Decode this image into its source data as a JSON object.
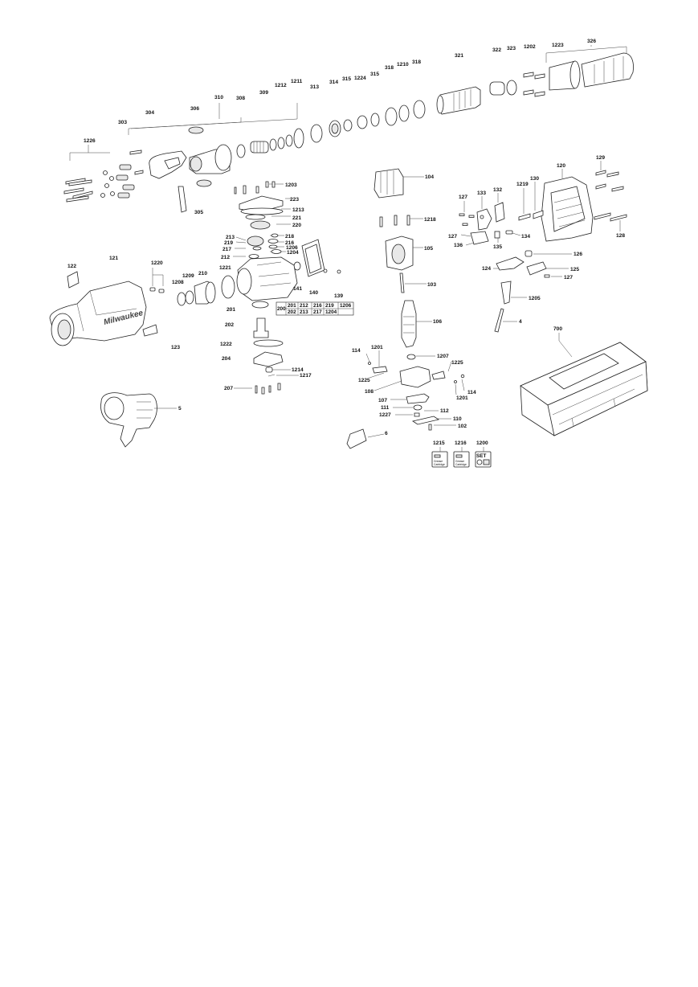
{
  "labels": {
    "l310": "310",
    "l308": "308",
    "l309": "309",
    "l1212": "1212",
    "l1211": "1211",
    "l313": "313",
    "l314": "314",
    "l315a": "315",
    "l1224": "1224",
    "l315b": "315",
    "l318a": "318",
    "l1210": "1210",
    "l318b": "318",
    "l321": "321",
    "l322": "322",
    "l323": "323",
    "l1202": "1202",
    "l1223": "1223",
    "l326": "326",
    "l306": "306",
    "l304": "304",
    "l303": "303",
    "l1226": "1226",
    "l305": "305",
    "l1203": "1203",
    "l223": "223",
    "l1213": "1213",
    "l221": "221",
    "l220": "220",
    "l213": "213",
    "l218": "218",
    "l219": "219",
    "l216": "216",
    "l217": "217",
    "l1206": "1206",
    "l1204": "1204",
    "l212": "212",
    "l141": "141",
    "l140": "140",
    "l139": "139",
    "l122": "122",
    "l121": "121",
    "l1220": "1220",
    "l1209": "1209",
    "l1208": "1208",
    "l210": "210",
    "l1221": "1221",
    "l201": "201",
    "l123": "123",
    "l202": "202",
    "l1222": "1222",
    "l204": "204",
    "l1214": "1214",
    "l1217": "1217",
    "l207": "207",
    "l5": "5",
    "l104": "104",
    "l1218": "1218",
    "l105": "105",
    "l103": "103",
    "l106": "106",
    "l114a": "114",
    "l1201a": "1201",
    "l1207": "1207",
    "l1225a": "1225",
    "l1225b": "1225",
    "l108": "108",
    "l114b": "114",
    "l1201b": "1201",
    "l107": "107",
    "l111": "111",
    "l112": "112",
    "l1227": "1227",
    "l110": "110",
    "l102": "102",
    "l6": "6",
    "l1215": "1215",
    "l1216": "1216",
    "l1200": "1200",
    "l120": "120",
    "l129": "129",
    "l130": "130",
    "l1219": "1219",
    "l132": "132",
    "l133": "133",
    "l127a": "127",
    "l127b": "127",
    "l134": "134",
    "l136": "136",
    "l135": "135",
    "l128": "128",
    "l126": "126",
    "l124": "124",
    "l125": "125",
    "l127c": "127",
    "l1205": "1205",
    "l4": "4",
    "l700": "700"
  },
  "kit_table": {
    "group_label": "200",
    "row1": [
      "201",
      "212",
      "216",
      "219",
      "1206"
    ],
    "row2": [
      "202",
      "213",
      "217",
      "1204",
      ""
    ]
  },
  "grease": {
    "g1_line1": "Grease",
    "g1_line2": "Cartridge",
    "g2_line1": "Grease",
    "g2_line2": "Cartridge",
    "set_text": "SET"
  },
  "brand_text": "Milwaukee"
}
